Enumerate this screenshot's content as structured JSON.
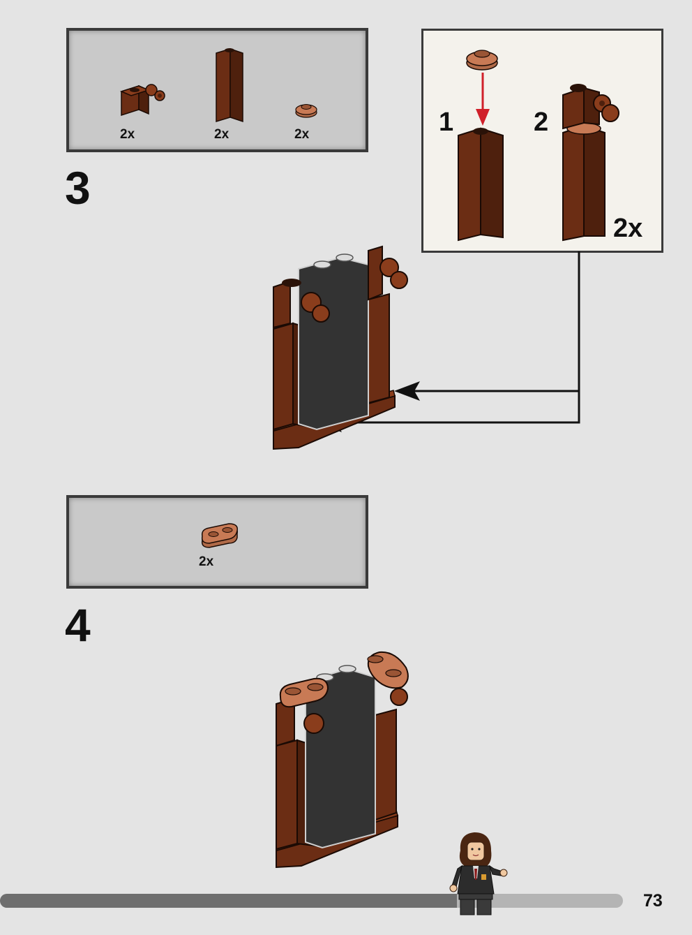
{
  "step3": {
    "number": "3",
    "parts": [
      {
        "name": "bracket-brick",
        "qty": "2x"
      },
      {
        "name": "tall-brick",
        "qty": "2x"
      },
      {
        "name": "round-plate",
        "qty": "2x"
      }
    ],
    "subassembly": {
      "sub_step_1": "1",
      "sub_step_2": "2",
      "multiplier": "2x"
    }
  },
  "step4": {
    "number": "4",
    "parts": [
      {
        "name": "1x2-rounded-plate",
        "qty": "2x"
      }
    ]
  },
  "footer": {
    "page_number": "73"
  },
  "colors": {
    "reddish_brown": "#6b2d14",
    "medium_nougat": "#c87a55",
    "dark_gray": "#3a3a3a",
    "callout_bg": "#f4f2ec",
    "arrow_red": "#d0202a"
  },
  "icons": [
    "minifigure-icon"
  ]
}
